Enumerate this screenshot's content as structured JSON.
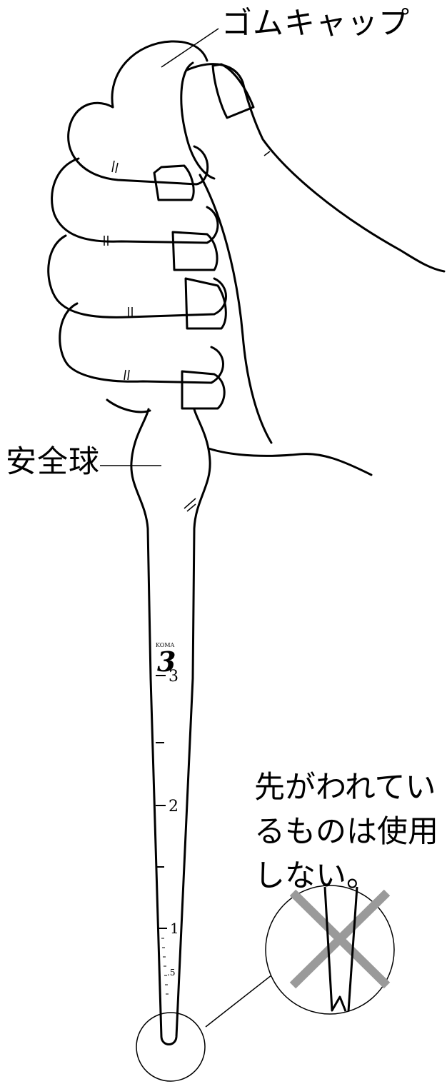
{
  "labels": {
    "rubber_cap": "ゴムキャップ",
    "safety_bulb": "安全球"
  },
  "warning": {
    "lines": [
      "先がわれてい",
      "るものは使用",
      "しない。"
    ]
  },
  "pipette": {
    "brand": "KOMA",
    "capacity_mark": "3",
    "scale": [
      "3",
      "2",
      "1",
      ".5"
    ]
  },
  "colors": {
    "line": "#000000",
    "background": "#ffffff",
    "cross": "#9a9a9a"
  }
}
